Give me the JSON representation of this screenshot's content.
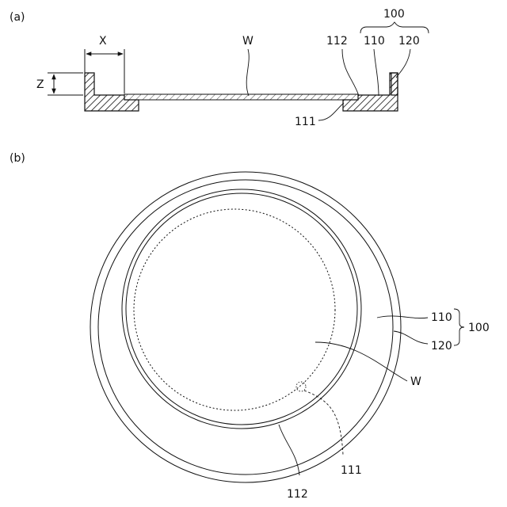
{
  "panel_a": {
    "tag": "(a)",
    "dim_x": "X",
    "dim_z": "Z",
    "label_w": "W",
    "label_112": "112",
    "label_110": "110",
    "label_120": "120",
    "label_100": "100",
    "label_111": "111"
  },
  "panel_b": {
    "tag": "(b)",
    "label_110": "110",
    "label_120": "120",
    "label_100": "100",
    "label_w": "W",
    "label_111": "111",
    "label_112": "112"
  },
  "colors": {
    "line": "#111111",
    "background": "#ffffff"
  }
}
